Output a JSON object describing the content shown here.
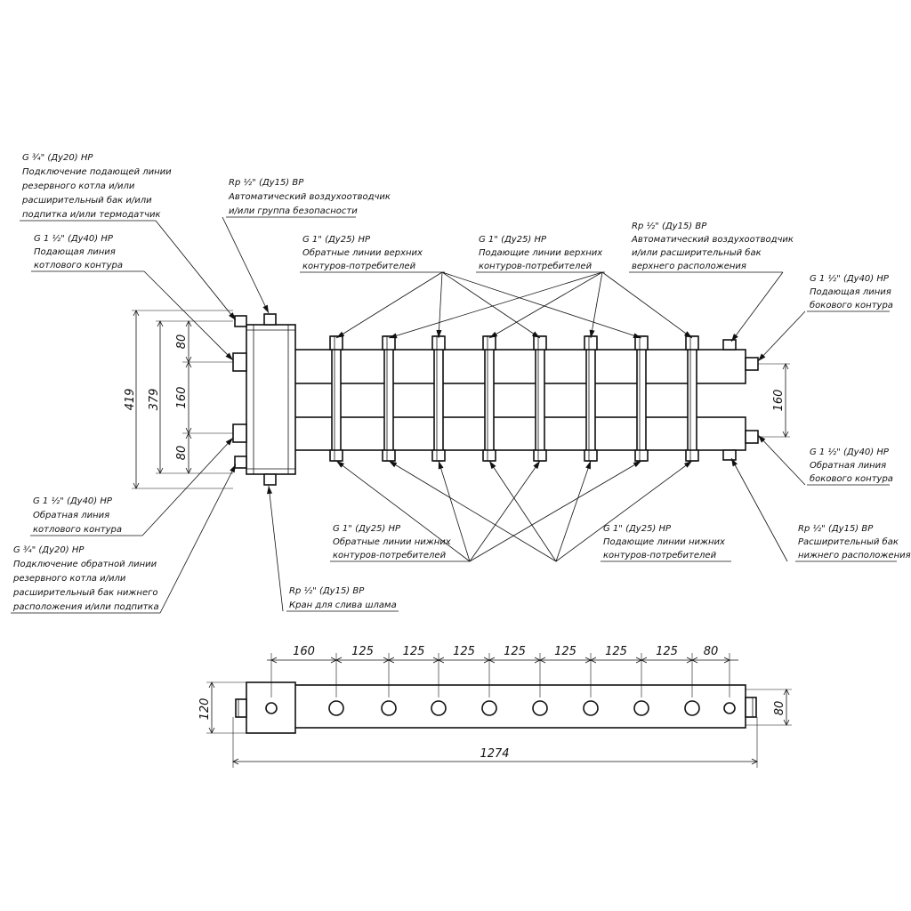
{
  "annotations": {
    "boiler_supply_reserve": {
      "lines": [
        "G ¾\" (Ду20) НР",
        "Подключение подающей линии",
        "резервного котла и/или",
        "расширительный бак и/или",
        "подпитка и/или термодатчик"
      ]
    },
    "air_vent_top_left": {
      "lines": [
        "Rp ½\" (Ду15) ВР",
        "Автоматический воздухоотводчик",
        "и/или группа безопасности"
      ]
    },
    "boiler_supply": {
      "lines": [
        "G 1 ½\" (Ду40) НР",
        "Подающая линия",
        "котлового контура"
      ]
    },
    "upper_return": {
      "lines": [
        "G 1\" (Ду25) НР",
        "Обратные линии верхних",
        "контуров-потребителей"
      ]
    },
    "upper_supply": {
      "lines": [
        "G 1\" (Ду25) НР",
        "Подающие линии верхних",
        "контуров-потребителей"
      ]
    },
    "air_vent_top_right": {
      "lines": [
        "Rp ½\" (Ду15) ВР",
        "Автоматический воздухоотводчик",
        "и/или расширительный бак",
        "верхнего расположения"
      ]
    },
    "side_supply": {
      "lines": [
        "G 1 ½\" (Ду40) НР",
        "Подающая линия",
        "бокового контура"
      ]
    },
    "boiler_return": {
      "lines": [
        "G 1 ½\" (Ду40) НР",
        "Обратная линия",
        "котлового контура"
      ]
    },
    "boiler_return_reserve": {
      "lines": [
        "G ¾\" (Ду20) НР",
        "Подключение обратной линии",
        "резервного котла и/или",
        "расширительный бак нижнего",
        "расположения и/или подпитка"
      ]
    },
    "drain_valve": {
      "lines": [
        "Rp ½\" (Ду15) ВР",
        "Кран для слива шлама"
      ]
    },
    "lower_return": {
      "lines": [
        "G 1\" (Ду25) НР",
        "Обратные линии нижних",
        "контуров-потребителей"
      ]
    },
    "lower_supply": {
      "lines": [
        "G 1\" (Ду25) НР",
        "Подающие линии нижних",
        "контуров-потребителей"
      ]
    },
    "side_return": {
      "lines": [
        "G 1 ½\" (Ду40) НР",
        "Обратная линия",
        "бокового контура"
      ]
    },
    "expansion_tank_bottom": {
      "lines": [
        "Rp ½\" (Ду15) ВР",
        "Расширительный бак",
        "нижнего расположения"
      ]
    }
  },
  "front_view_dimensions": {
    "overall_height": "419",
    "inner_height": "379",
    "top_spacing": "80",
    "middle_spacing": "160",
    "bottom_spacing": "80",
    "right_spacing": "160"
  },
  "plan_view_dimensions": {
    "spacings": [
      "160",
      "125",
      "125",
      "125",
      "125",
      "125",
      "125",
      "125",
      "80"
    ],
    "overall_length": "1274",
    "left_height": "120",
    "right_height": "80"
  }
}
